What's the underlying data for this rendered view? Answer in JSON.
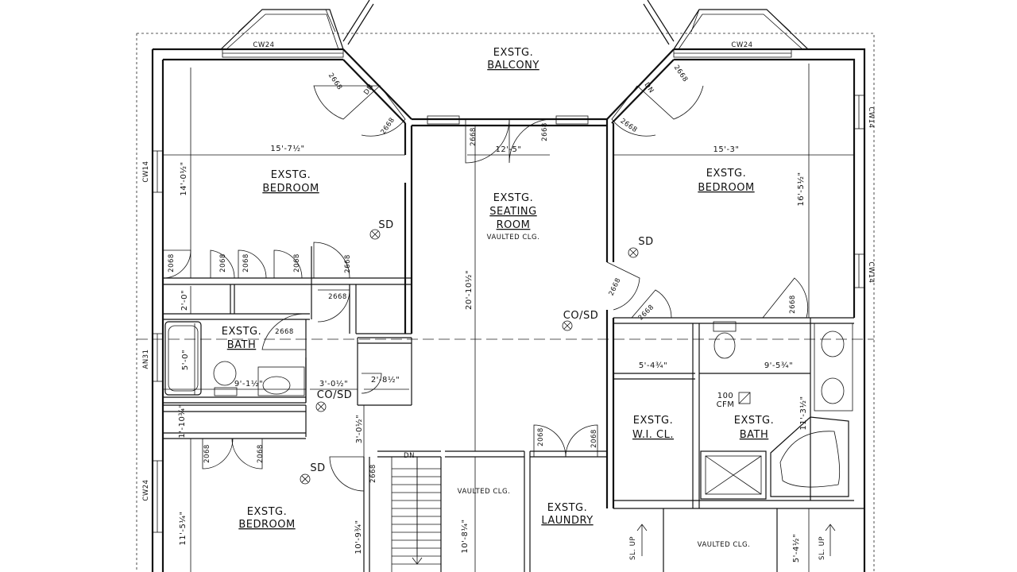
{
  "rooms": {
    "balcony": [
      "EXSTG.",
      "BALCONY"
    ],
    "bedroom_left": [
      "EXSTG.",
      "BEDROOM"
    ],
    "seating_room": [
      "EXSTG.",
      "SEATING",
      "ROOM"
    ],
    "seating_note": "VAULTED CLG.",
    "bedroom_right": [
      "EXSTG.",
      "BEDROOM"
    ],
    "bath_left": [
      "EXSTG.",
      "BATH"
    ],
    "bedroom_lower": [
      "EXSTG.",
      "BEDROOM"
    ],
    "wic": [
      "EXSTG.",
      "W.I. CL."
    ],
    "bath_right": [
      "EXSTG.",
      "BATH"
    ],
    "laundry": [
      "EXSTG.",
      "LAUNDRY"
    ],
    "vaulted_stair": "VAULTED CLG.",
    "vaulted_lower": "VAULTED CLG."
  },
  "dimensions": {
    "left_bed_width": "15'-7½\"",
    "left_bed_height": "14'-0½\"",
    "seating_width": "12'-5\"",
    "seating_height": "20'-10½\"",
    "right_bed_width": "15'-3\"",
    "right_bed_height": "16'-5½\"",
    "closet_depth": "2'-0\"",
    "bath_height": "5'-0\"",
    "bath_width": "9'-1½\"",
    "hall_width": "3'-0½\"",
    "linen_width": "2'-8½\"",
    "hall_depth": "3'-0½\"",
    "small_depth": "1'-10¾\"",
    "wic_width": "5'-4¾\"",
    "bath_r_width": "9'-5¾\"",
    "bath_r_height": "11'-3½\"",
    "lower_bed_height": "11'-5¼\"",
    "stair_height": "10'-9¾\"",
    "stair_inner": "10'-8¼\"",
    "lower_right_height": "5'-4½\""
  },
  "doors": {
    "d2668": "2668",
    "d2068": "2068"
  },
  "windows": {
    "cw24": "CW24",
    "cw14": "CW14",
    "an31": "AN31"
  },
  "symbols": {
    "smoke_detector": "SD",
    "co_sd": "CO/SD",
    "down": "DN",
    "stair_down": "DN",
    "slider_up": "SL. UP",
    "fan": "100",
    "fan_unit": "CFM"
  }
}
